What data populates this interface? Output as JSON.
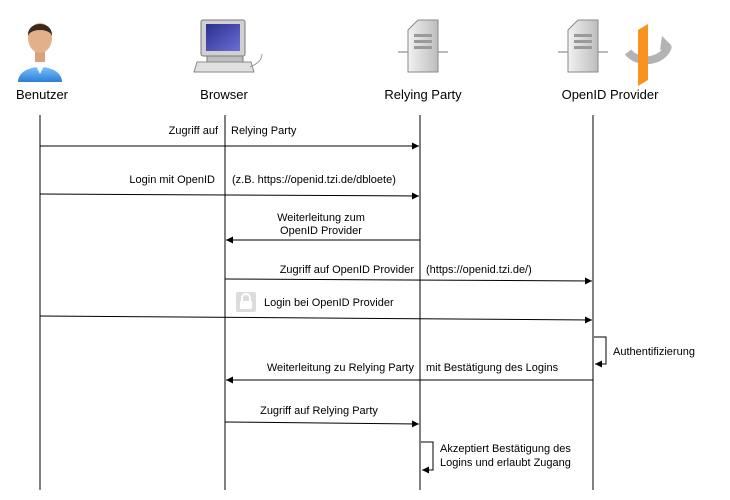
{
  "actors": [
    {
      "label": "Benutzer",
      "icon": "user-icon"
    },
    {
      "label": "Browser",
      "icon": "computer-icon"
    },
    {
      "label": "Relying Party",
      "icon": "server-icon"
    },
    {
      "label": "OpenID Provider",
      "icon": "server-icon"
    }
  ],
  "logo": {
    "icon": "openid-logo-icon",
    "colors": {
      "orange": "#f7931e",
      "gray": "#b3b3b3"
    }
  },
  "messages": {
    "m1": {
      "a": "Zugriff auf",
      "b": "Relying Party"
    },
    "m2": {
      "a": "Login mit OpenID",
      "b": "(z.B. https://openid.tzi.de/dbloete)"
    },
    "m3": {
      "line1": "Weiterleitung zum",
      "line2": "OpenID Provider"
    },
    "m4": {
      "a": "Zugriff auf OpenID Provider",
      "b": "(https://openid.tzi.de/)"
    },
    "m5": {
      "a": "Login bei OpenID Provider",
      "icon": "lock-icon"
    },
    "m6": {
      "a": "Authentifizierung"
    },
    "m7": {
      "a": "Weiterleitung zu Relying Party",
      "b": "mit Bestätigung des Logins"
    },
    "m8": {
      "a": "Zugriff auf Relying Party"
    },
    "m9": {
      "line1": "Akzeptiert Bestätigung des",
      "line2": "Logins und erlaubt Zugang"
    }
  }
}
